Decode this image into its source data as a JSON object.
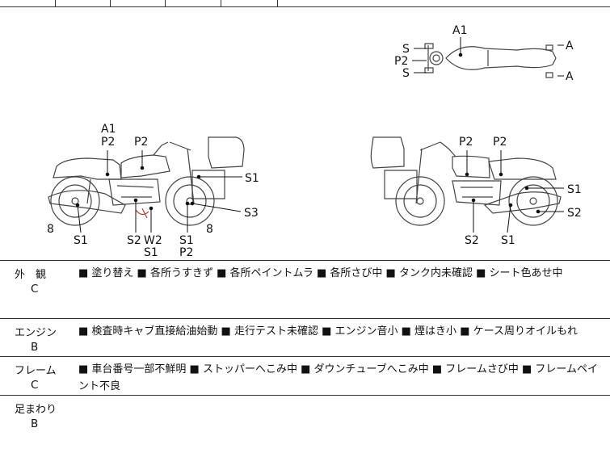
{
  "labels": {
    "side_left": [
      "A1",
      "P2",
      "P2",
      "S1",
      "S3",
      "S1",
      "S2",
      "W2",
      "S1",
      "S1",
      "P2",
      "8",
      "8"
    ],
    "side_right": [
      "P2",
      "P2",
      "S1",
      "S2",
      "S2",
      "S1"
    ],
    "top_view": [
      "A1",
      "S",
      "P2",
      "S",
      "A",
      "A"
    ]
  },
  "rows": [
    {
      "category": "外　観",
      "grade": "C",
      "notes": "■ 塗り替え ■ 各所うすきず ■ 各所ペイントムラ ■ 各所さび中 ■ タンク内未確認 ■ シート色あせ中"
    },
    {
      "category": "エンジン",
      "grade": "B",
      "notes": "■ 検査時キャブ直接給油始動 ■ 走行テスト未確認 ■ エンジン音小 ■ 煙はき小 ■ ケース周りオイルもれ"
    },
    {
      "category": "フレーム",
      "grade": "C",
      "notes": "■ 車台番号一部不鮮明 ■ ストッパーへこみ中 ■ ダウンチューブへこみ中 ■ フレームさび中 ■ フレームペイント不良"
    },
    {
      "category": "足まわり",
      "grade": "B",
      "notes": ""
    }
  ]
}
